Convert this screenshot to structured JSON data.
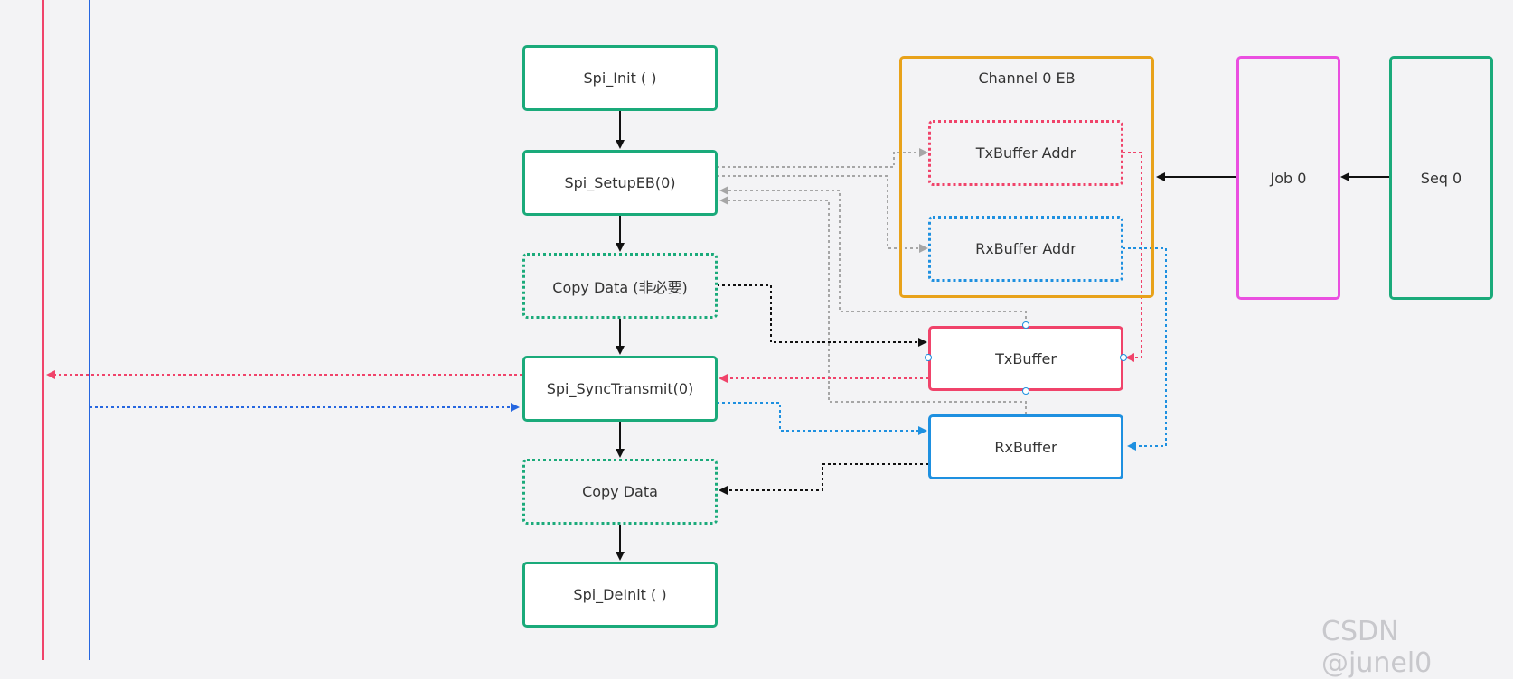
{
  "nodes": {
    "spi_init": "Spi_Init ( )",
    "spi_setup_eb": "Spi_SetupEB(0)",
    "copy_data_optional": "Copy Data (非必要)",
    "spi_sync_transmit": "Spi_SyncTransmit(0)",
    "copy_data": "Copy Data",
    "spi_deinit": "Spi_DeInit ( )",
    "channel_title": "Channel  0 EB",
    "txbuffer_addr": "TxBuffer Addr",
    "rxbuffer_addr": "RxBuffer Addr",
    "txbuffer": "TxBuffer",
    "rxbuffer": "RxBuffer",
    "job": "Job 0",
    "seq": "Seq 0"
  },
  "watermark": "CSDN @junel0",
  "colors": {
    "background": "#f3f3f5",
    "green": "#1aaa7a",
    "red": "#f0436a",
    "blue": "#1e90e0",
    "orange": "#e8a21a",
    "pink": "#ea4fe0",
    "gray": "#a6a6a6",
    "black": "#111111"
  }
}
